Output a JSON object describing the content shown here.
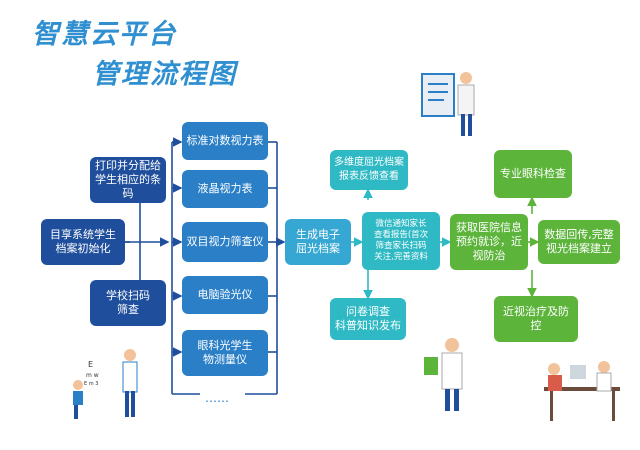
{
  "title": {
    "line1": "智慧云平台",
    "line2": "管理流程图"
  },
  "nodes": {
    "init": "目享系统学生\n档案初始化",
    "print": "打印并分配给\n学生相应的条码",
    "scan": "学校扫码\n筛查",
    "std_chart": "标准对数视力表",
    "lcd_chart": "液晶视力表",
    "binocular": "双目视力筛查仪",
    "computer": "电脑验光仪",
    "biometer": "眼科光学生\n物测量仪",
    "more": "……",
    "archive": "生成电子\n屈光档案",
    "report": "多维度屈光档案\n报表反馈查看",
    "wechat": "微信通知家长\n查看报告(首次\n筛查家长扫码\n关注,完善资料",
    "survey": "问卷调查\n科普知识发布",
    "hospital": "获取医院信息\n预约就诊，近\n视防治",
    "exam": "专业眼科检查",
    "return": "数据回传,完整\n视光档案建立",
    "treat": "近视治疗及防控"
  },
  "colors": {
    "title": "#2f8fd0",
    "dark": "#1f4f9c",
    "mid": "#2b7fc7",
    "cyan": "#36a7d3",
    "teal": "#2fb9c4",
    "green": "#5cb43b"
  }
}
